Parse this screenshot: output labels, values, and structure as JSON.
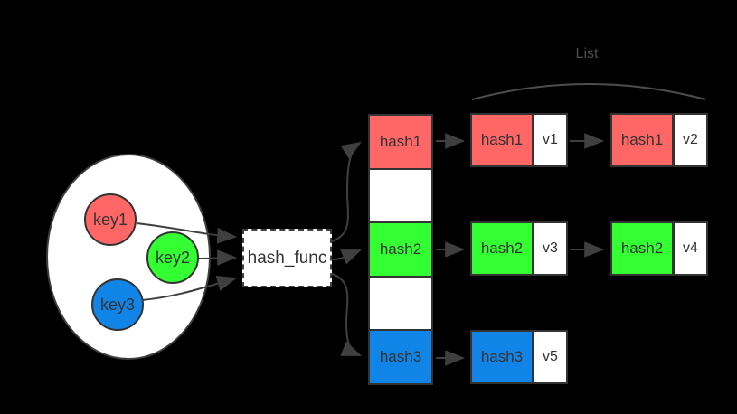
{
  "colors": {
    "red": "#ff6666",
    "green": "#33ff33",
    "blue": "#1184e8",
    "stroke": "#3f3f3f",
    "text": "#333333",
    "background": "#000000",
    "box_fill": "#ffffff"
  },
  "keys_set": {
    "keys": [
      {
        "label": "key1",
        "color": "#ff6666"
      },
      {
        "label": "key2",
        "color": "#33ff33"
      },
      {
        "label": "key3",
        "color": "#1184e8"
      }
    ]
  },
  "hash_function": {
    "label": "hash_func"
  },
  "bucket_array": {
    "cells": [
      {
        "label": "hash1",
        "color": "#ff6666"
      },
      {
        "label": "",
        "color": "#ffffff"
      },
      {
        "label": "hash2",
        "color": "#33ff33"
      },
      {
        "label": "",
        "color": "#ffffff"
      },
      {
        "label": "hash3",
        "color": "#1184e8"
      }
    ]
  },
  "linked_lists": {
    "caption": "List",
    "rows": [
      {
        "nodes": [
          {
            "key": "hash1",
            "value": "v1"
          },
          {
            "key": "hash1",
            "value": "v2"
          }
        ]
      },
      {
        "nodes": [
          {
            "key": "hash2",
            "value": "v3"
          },
          {
            "key": "hash2",
            "value": "v4"
          }
        ]
      },
      {
        "nodes": [
          {
            "key": "hash3",
            "value": "v5"
          }
        ]
      }
    ]
  }
}
